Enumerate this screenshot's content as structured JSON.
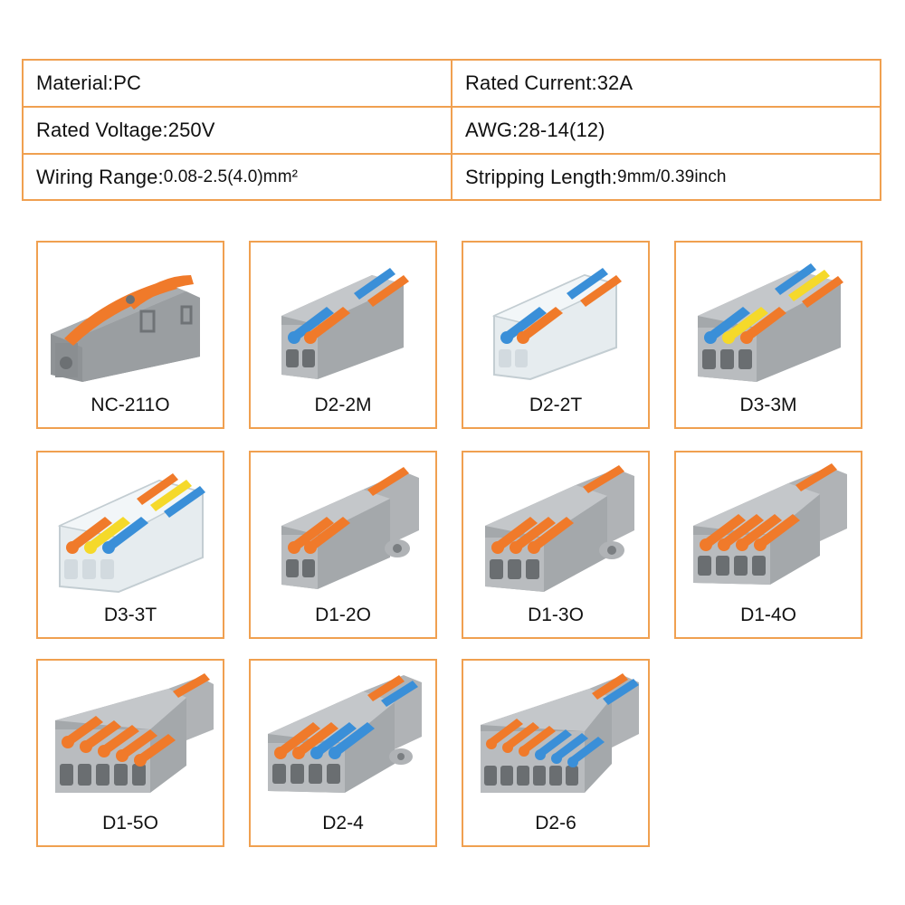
{
  "specs": {
    "material": {
      "label": "Material:",
      "value": "PC"
    },
    "rated_current": {
      "label": "Rated Current:",
      "value": "32A"
    },
    "rated_voltage": {
      "label": "Rated Voltage:",
      "value": "250V"
    },
    "awg": {
      "label": "AWG:",
      "value": "28-14(12)"
    },
    "wiring_range": {
      "label": "Wiring Range:",
      "value": "0.08-2.5(4.0)mm²"
    },
    "stripping_length": {
      "label": "Stripping Length:",
      "value": "9mm/0.39inch"
    }
  },
  "colors": {
    "border": "#f0a050",
    "housing_gray": "#b9bcbf",
    "lever_orange": "#f07a2a",
    "lever_blue": "#3a8fd8",
    "lever_yellow": "#f5d92a",
    "clear_housing": "#e6ecef"
  },
  "products": [
    {
      "model": "NC-211O",
      "icon": "inline-splice-connector-icon"
    },
    {
      "model": "D2-2M",
      "icon": "connector-2in-2out-gray-icon"
    },
    {
      "model": "D2-2T",
      "icon": "connector-2in-2out-transparent-icon"
    },
    {
      "model": "D3-3M",
      "icon": "connector-3in-3out-gray-icon"
    },
    {
      "model": "D3-3T",
      "icon": "connector-3in-3out-transparent-icon"
    },
    {
      "model": "D1-2O",
      "icon": "connector-1in-2out-icon"
    },
    {
      "model": "D1-3O",
      "icon": "connector-1in-3out-icon"
    },
    {
      "model": "D1-4O",
      "icon": "connector-1in-4out-icon"
    },
    {
      "model": "D1-5O",
      "icon": "connector-1in-5out-icon"
    },
    {
      "model": "D2-4",
      "icon": "connector-2in-4out-icon"
    },
    {
      "model": "D2-6",
      "icon": "connector-2in-6out-icon"
    }
  ]
}
